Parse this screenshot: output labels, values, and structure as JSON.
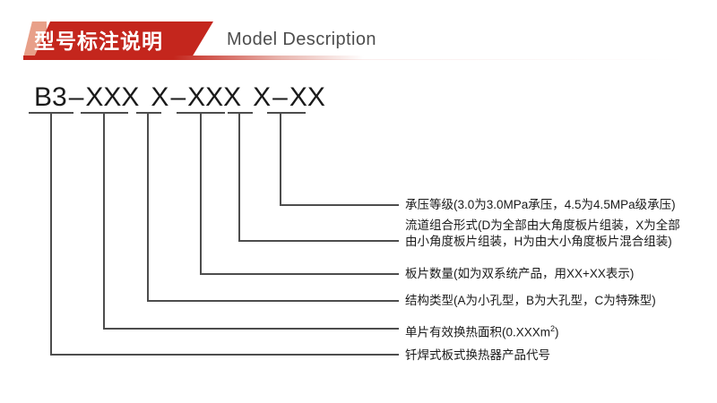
{
  "header": {
    "title_cn": "型号标注说明",
    "title_en": "Model Description",
    "accent_color": "#c4261d",
    "accent_light": "#e8a089",
    "subtitle_color": "#4d4d4d"
  },
  "model_code": {
    "full": "B3-XXX X-XXX X-XX",
    "segments": [
      {
        "id": "seg1",
        "text": "B3",
        "tick_x": 57
      },
      {
        "id": "dash1",
        "text": "–"
      },
      {
        "id": "seg2",
        "text": "XXX",
        "tick_x": 116
      },
      {
        "id": "seg3",
        "text": "X",
        "tick_x": 165
      },
      {
        "id": "dash2",
        "text": "–"
      },
      {
        "id": "seg4",
        "text": "XXX",
        "tick_x": 224
      },
      {
        "id": "seg5",
        "text": "X",
        "tick_x": 267
      },
      {
        "id": "dash3",
        "text": "–"
      },
      {
        "id": "seg6",
        "text": "XX",
        "tick_x": 313
      }
    ]
  },
  "callouts": [
    {
      "id": "pressure-rating",
      "source_segment": "seg6",
      "lines": [
        "承压等级(3.0为3.0MPa承压，4.5为4.5MPa级承压)"
      ]
    },
    {
      "id": "flow-channel-combination",
      "source_segment": "seg5",
      "lines": [
        "流道组合形式(D为全部由大角度板片组装，X为全部",
        "由小角度板片组装，H为由大小角度板片混合组装)"
      ]
    },
    {
      "id": "plate-quantity",
      "source_segment": "seg4",
      "lines": [
        "板片数量(如为双系统产品，用XX+XX表示)"
      ]
    },
    {
      "id": "structure-type",
      "source_segment": "seg3",
      "lines": [
        "结构类型(A为小孔型，B为大孔型，C为特殊型)"
      ]
    },
    {
      "id": "single-plate-area",
      "source_segment": "seg2",
      "lines": [
        "单片有效换热面积(0.XXXm",
        "2",
        ")"
      ],
      "text_before_sup": "单片有效换热面积(0.XXXm",
      "sup": "2",
      "text_after_sup": ")"
    },
    {
      "id": "product-code",
      "source_segment": "seg1",
      "lines": [
        "钎焊式板式换热器产品代号"
      ]
    }
  ],
  "colors": {
    "background": "#ffffff",
    "line": "#4d4d4d",
    "text": "#1a1a1a"
  }
}
